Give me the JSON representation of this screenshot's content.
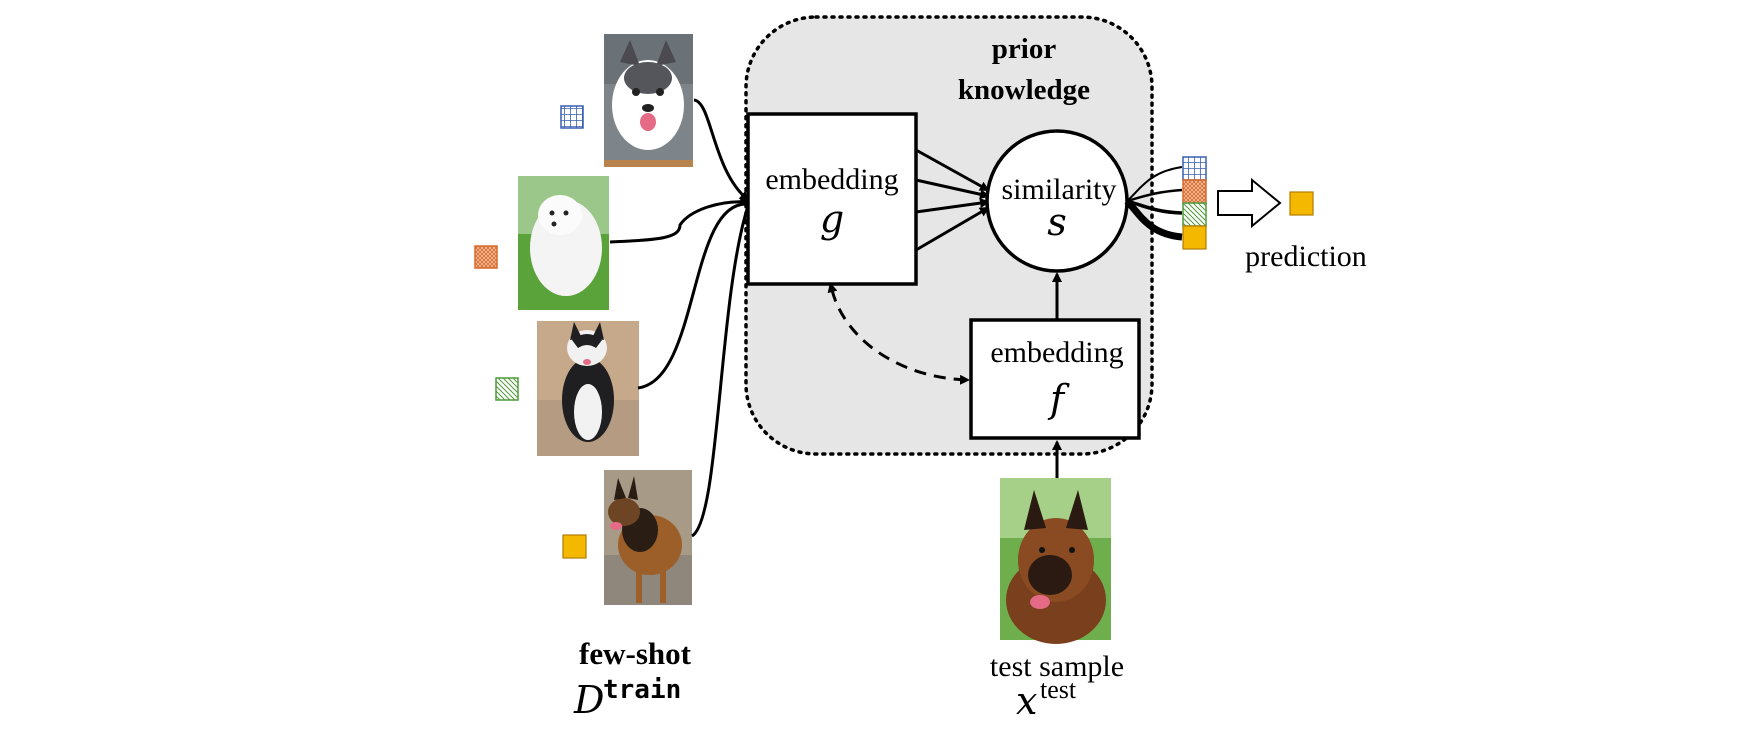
{
  "prior_knowledge": {
    "line1": "prior",
    "line2": "knowledge"
  },
  "embedding_g": {
    "label": "embedding",
    "symbol": "g"
  },
  "similarity": {
    "label": "similarity",
    "symbol": "s"
  },
  "embedding_f": {
    "label": "embedding",
    "symbol": "f"
  },
  "prediction": {
    "label": "prediction"
  },
  "few_shot": {
    "label": "few-shot",
    "symbol": "D",
    "superscript": "train"
  },
  "test_sample": {
    "label": "test sample",
    "symbol": "x",
    "superscript": "test"
  },
  "training_images": [
    {
      "name": "husky puppy",
      "class_pattern": "blue-grid"
    },
    {
      "name": "samoyed",
      "class_pattern": "orange-crosshatch"
    },
    {
      "name": "alaskan malamute",
      "class_pattern": "green-diagonal"
    },
    {
      "name": "german shepherd",
      "class_pattern": "solid-yellow"
    }
  ],
  "test_image": {
    "name": "german shepherd portrait"
  },
  "colors": {
    "prior_bg": "#e6e6e6",
    "blue_grid": "#3a5fb0",
    "orange_hatch": "#d9692a",
    "green_hatch": "#4f9a3a",
    "yellow": "#f5b800"
  }
}
